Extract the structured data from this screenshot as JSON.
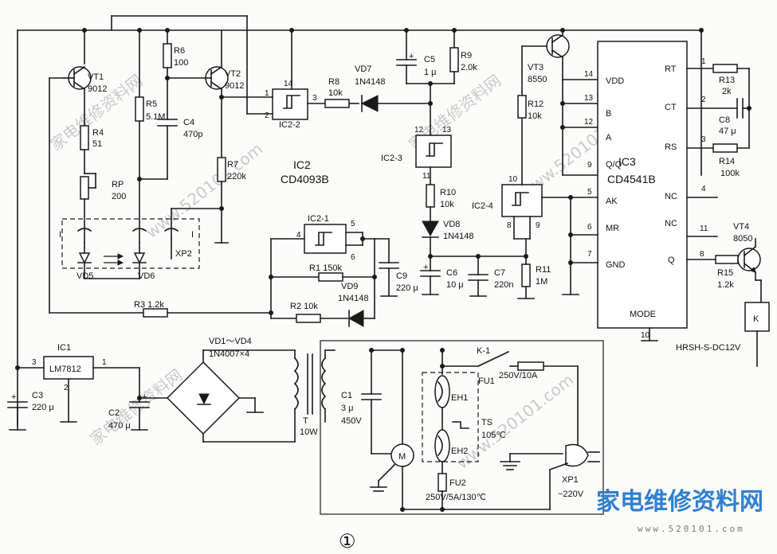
{
  "transistors": {
    "vt1": {
      "name": "VT1",
      "type": "9012"
    },
    "vt2": {
      "name": "VT2",
      "type": "9012"
    },
    "vt3": {
      "name": "VT3",
      "type": "8550"
    },
    "vt4": {
      "name": "VT4",
      "type": "8050"
    }
  },
  "resistors": {
    "r1": "R1 150k",
    "r2": "R2 10k",
    "r3": "R3 1.2k",
    "r4": "R4",
    "r4v": "51",
    "r5": "R5",
    "r5v": "5.1M",
    "r6": "R6",
    "r6v": "100",
    "r7": "R7",
    "r7v": "220k",
    "r8": "R8",
    "r8v": "10k",
    "r9": "R9",
    "r9v": "2.0k",
    "r10": "R10",
    "r10v": "10k",
    "r11": "R11",
    "r11v": "1M",
    "r12": "R12",
    "r12v": "10k",
    "r13": "R13",
    "r13v": "2k",
    "r14": "R14",
    "r14v": "100k",
    "r15": "R15",
    "r15v": "1.2k",
    "rp": "RP",
    "rpv": "200"
  },
  "capacitors": {
    "c1": "C1",
    "c1v": "3 μ",
    "c1u": "450V",
    "c2": "C2",
    "c2v": "470 μ",
    "c3": "C3",
    "c3v": "220 μ",
    "c4": "C4",
    "c4v": "470p",
    "c5": "C5",
    "c5v": "1 μ",
    "c6": "C6",
    "c6v": "10 μ",
    "c7": "C7",
    "c7v": "220n",
    "c8": "C8",
    "c8v": "47 μ",
    "c9": "C9",
    "c9v": "220 μ"
  },
  "diodes": {
    "vd5": "VD5",
    "vd6": "VD6",
    "xp2": "XP2",
    "vd7": "VD7",
    "vd7t": "1N4148",
    "vd8": "VD8",
    "vd8t": "1N4148",
    "vd9": "VD9",
    "vd9t": "1N4148",
    "bridge": "VD1～VD4",
    "bridget": "1N4007×4"
  },
  "ics": {
    "ic1": "IC1",
    "ic1t": "LM7812",
    "ic2": "IC2",
    "ic2t": "CD4093B",
    "ic2_1": "IC2-1",
    "ic2_2": "IC2-2",
    "ic2_3": "IC2-3",
    "ic2_4": "IC2-4",
    "ic3": "IC3",
    "ic3t": "CD4541B"
  },
  "ic3_pins": {
    "vdd": "VDD",
    "b": "B",
    "a": "A",
    "qq": "Q/Q",
    "ak": "AK",
    "mr": "MR",
    "gnd": "GND",
    "rt": "RT",
    "ct": "CT",
    "rs": "RS",
    "nc1": "NC",
    "nc2": "NC",
    "q": "Q",
    "mode": "MODE"
  },
  "pin_numbers": {
    "p1": "1",
    "p2": "2",
    "p3": "3",
    "p4": "4",
    "p5": "5",
    "p6": "6",
    "p7": "7",
    "p8": "8",
    "p9": "9",
    "p10": "10",
    "p11": "11",
    "p12": "12",
    "p13": "13",
    "p14": "14"
  },
  "mains": {
    "transformer": "T",
    "transformer_w": "10W",
    "relay": "K",
    "relay_model": "HRSH-S-DC12V",
    "contact": "K-1",
    "fu1": "FU1",
    "fu1v": "250V/10A",
    "fu2": "FU2",
    "fu2v": "250V/5A/130℃",
    "eh1": "EH1",
    "eh2": "EH2",
    "ts": "TS",
    "tsv": "105℃",
    "motor": "M",
    "plug": "XP1",
    "plugv": "~220V",
    "sw_i1": "I",
    "sw_i2": "I"
  },
  "figure_number": "①",
  "watermarks": {
    "cn1": "家电维修资料网",
    "cn2": "家电维修资料网",
    "cn3": "家电维修资料网",
    "url1": "www.520101.com",
    "url2": "www.520101.com",
    "url3": "www.520101.com"
  },
  "logo": {
    "text": "家电维修资料网",
    "url": "www.520101.com",
    "color": "#2f7fd3"
  }
}
